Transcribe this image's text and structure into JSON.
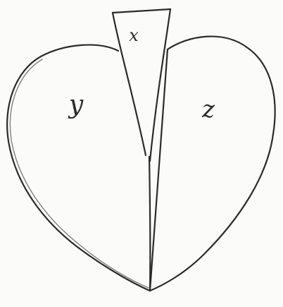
{
  "diagram": {
    "labels": {
      "x": "x",
      "y": "y",
      "z": "z"
    },
    "colors": {
      "line": "#2b2b2b",
      "background": "#fbfbf9"
    }
  }
}
